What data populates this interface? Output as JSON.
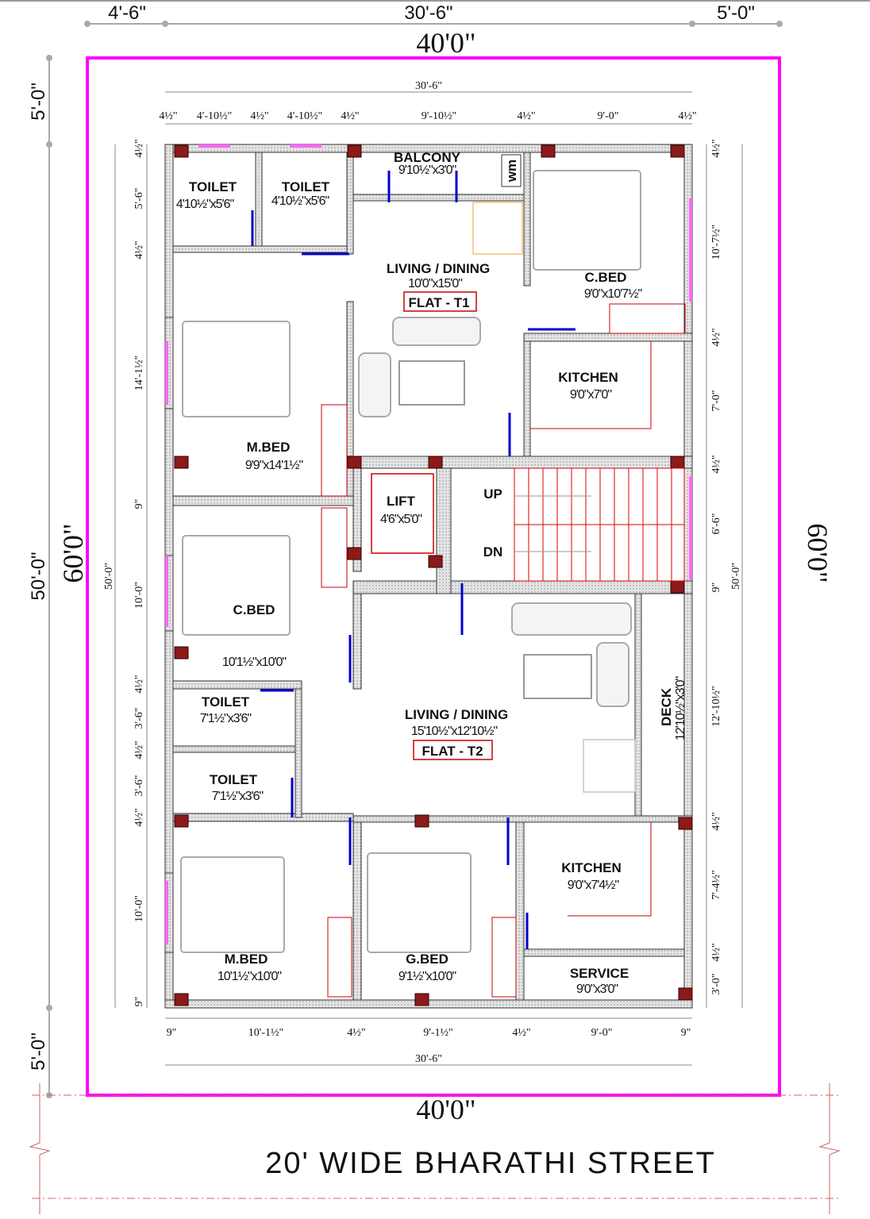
{
  "colors": {
    "plot_boundary": "#ff00ff",
    "wall": "#d9d9d9",
    "column": "#8b1a1a",
    "door": "#0000cc",
    "stair": "#dd0000",
    "window": "#ff66ff"
  },
  "top_dims": [
    "4'-6\"",
    "30'-6\"",
    "5'-0\""
  ],
  "plot_width": "40'0\"",
  "plot_depth": "60'0\"",
  "left_setbacks": [
    "5'-0\"",
    "50'-0\"",
    "5'-0\""
  ],
  "inner_top": {
    "total": "30'-6\"",
    "segments": [
      "4½\"",
      "4'-10½\"",
      "4½\"",
      "4'-10½\"",
      "4½\"",
      "9'-10½\"",
      "4½\"",
      "9'-0\"",
      "4½\""
    ]
  },
  "inner_bottom": {
    "total": "30'-6\"",
    "segments": [
      "9\"",
      "10'-1½\"",
      "4½\"",
      "9'-1½\"",
      "4½\"",
      "9'-0\"",
      "9\""
    ]
  },
  "inner_left": {
    "total": "50'-0\"",
    "segments": [
      "4½\"",
      "5'-6\"",
      "4½\"",
      "14'-1½\"",
      "9\"",
      "10'-0\"",
      "4½\"",
      "3'-6\"",
      "4½\"",
      "3'-6\"",
      "4½\"",
      "10'-0\"",
      "9\""
    ]
  },
  "inner_right": {
    "total": "50'-0\"",
    "segments": [
      "4½\"",
      "10'-7½\"",
      "4½\"",
      "7'-0\"",
      "4½\"",
      "6'-6\"",
      "9\"",
      "12'-10½\"",
      "4½\"",
      "7'-4½\"",
      "4½\"",
      "3'-0\""
    ]
  },
  "rooms": [
    {
      "name": "TOILET",
      "size": "4'10½\"x5'6\""
    },
    {
      "name": "TOILET",
      "size": "4'10½\"x5'6\""
    },
    {
      "name": "BALCONY",
      "size": "9'10½\"x3'0\""
    },
    {
      "name": "LIVING / DINING",
      "size": "10'0\"x15'0\""
    },
    {
      "name": "C.BED",
      "size": "9'0\"x10'7½\""
    },
    {
      "name": "KITCHEN",
      "size": "9'0\"x7'0\""
    },
    {
      "name": "M.BED",
      "size": "9'9\"x14'1½\""
    },
    {
      "name": "LIFT",
      "size": "4'6\"x5'0\""
    },
    {
      "name": "C.BED",
      "size": "10'1½\"x10'0\""
    },
    {
      "name": "LIVING / DINING",
      "size": "15'10½\"x12'10½\""
    },
    {
      "name": "TOILET",
      "size": "7'1½\"x3'6\""
    },
    {
      "name": "TOILET",
      "size": "7'1½\"x3'6\""
    },
    {
      "name": "DECK",
      "size": "12'10½\"x3'0\""
    },
    {
      "name": "KITCHEN",
      "size": "9'0\"x7'4½\""
    },
    {
      "name": "M.BED",
      "size": "10'1½\"x10'0\""
    },
    {
      "name": "G.BED",
      "size": "9'1½\"x10'0\""
    },
    {
      "name": "SERVICE",
      "size": "9'0\"x3'0\""
    }
  ],
  "flat_tags": [
    "FLAT - T1",
    "FLAT -  T2"
  ],
  "stair_labels": {
    "up": "UP",
    "down": "DN"
  },
  "wm_label": "wm",
  "street": "20'  WIDE  BHARATHI  STREET"
}
